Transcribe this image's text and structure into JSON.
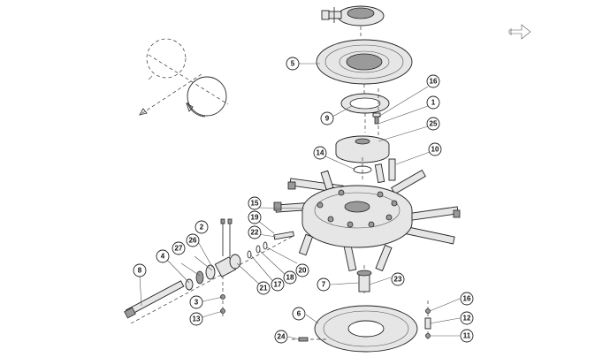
{
  "callouts": [
    "16",
    "1",
    "25",
    "10",
    "14",
    "9",
    "5",
    "15",
    "19",
    "22",
    "20",
    "18",
    "17",
    "21",
    "2",
    "26",
    "27",
    "4",
    "8",
    "3",
    "13",
    "7",
    "23",
    "6",
    "16",
    "12",
    "11",
    "24"
  ]
}
